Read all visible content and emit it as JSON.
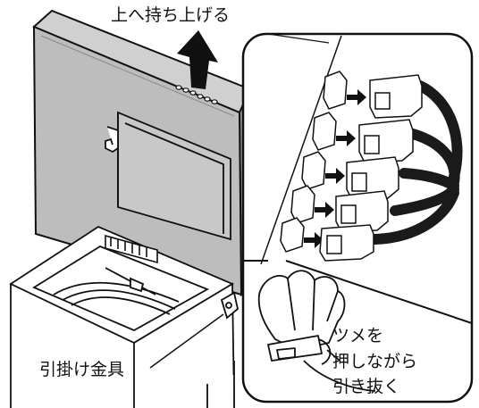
{
  "labels": {
    "lift_up": "上へ持ち上げる",
    "hook_bracket": "引掛け金具"
  },
  "instruction_lines": [
    "ツメを",
    "押しながら",
    "引き抜く"
  ],
  "colors": {
    "line": "#111111",
    "panel": "#bdbdbd",
    "cable": "#1a1a1a",
    "background": "#ffffff"
  }
}
